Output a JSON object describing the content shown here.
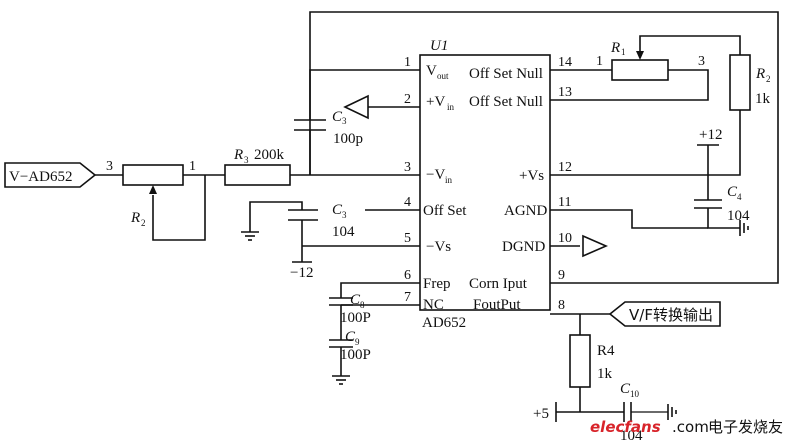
{
  "ic": {
    "ref": "U1",
    "part": "AD652",
    "left_pins": [
      {
        "num": "1",
        "label": "V",
        "sub": "out"
      },
      {
        "num": "2",
        "label": "+V",
        "sub": "in"
      },
      {
        "num": "3",
        "label": "−V",
        "sub": "in"
      },
      {
        "num": "4",
        "label": "Off Set",
        "sub": ""
      },
      {
        "num": "5",
        "label": "−Vs",
        "sub": ""
      },
      {
        "num": "6",
        "label": "Frep",
        "sub": ""
      },
      {
        "num": "7",
        "label": "NC",
        "sub": ""
      }
    ],
    "right_pins": [
      {
        "num": "14",
        "label": "Off Set Null"
      },
      {
        "num": "13",
        "label": "Off Set Null"
      },
      {
        "num": "12",
        "label": "+Vs"
      },
      {
        "num": "11",
        "label": "AGND"
      },
      {
        "num": "10",
        "label": "DGND"
      },
      {
        "num": "9",
        "label": "Corn Iput"
      },
      {
        "num": "8",
        "label": "FoutPut"
      }
    ]
  },
  "components": {
    "input_port": "V−AD652",
    "output_port": "V/F转换输出",
    "r1": {
      "letter": "R",
      "sub": "1",
      "pin_left": "1",
      "pin_right": "3"
    },
    "r2": {
      "letter": "R",
      "sub": "2",
      "value": "1k"
    },
    "r2_pot": {
      "letter": "R",
      "sub": "2",
      "pin_left": "3",
      "pin_right": "1"
    },
    "r3": {
      "letter": "R",
      "sub": "3",
      "value": "200k"
    },
    "r4": {
      "label": "R4",
      "value": "1k"
    },
    "c3a": {
      "letter": "C",
      "sub": "3",
      "value": "100p"
    },
    "c3b": {
      "letter": "C",
      "sub": "3",
      "value": "104"
    },
    "c4": {
      "letter": "C",
      "sub": "4",
      "value": "104"
    },
    "c8": {
      "letter": "C",
      "sub": "8",
      "value": "100P"
    },
    "c9": {
      "letter": "C",
      "sub": "9",
      "value": "100P"
    },
    "c10": {
      "letter": "C",
      "sub": "10",
      "value": "104"
    }
  },
  "supplies": {
    "plus12": "+12",
    "minus12": "−12",
    "plus5": "+5"
  },
  "watermark": {
    "brand": "elecfans",
    "dotcom": ".com",
    "cn": "电子发烧友"
  }
}
